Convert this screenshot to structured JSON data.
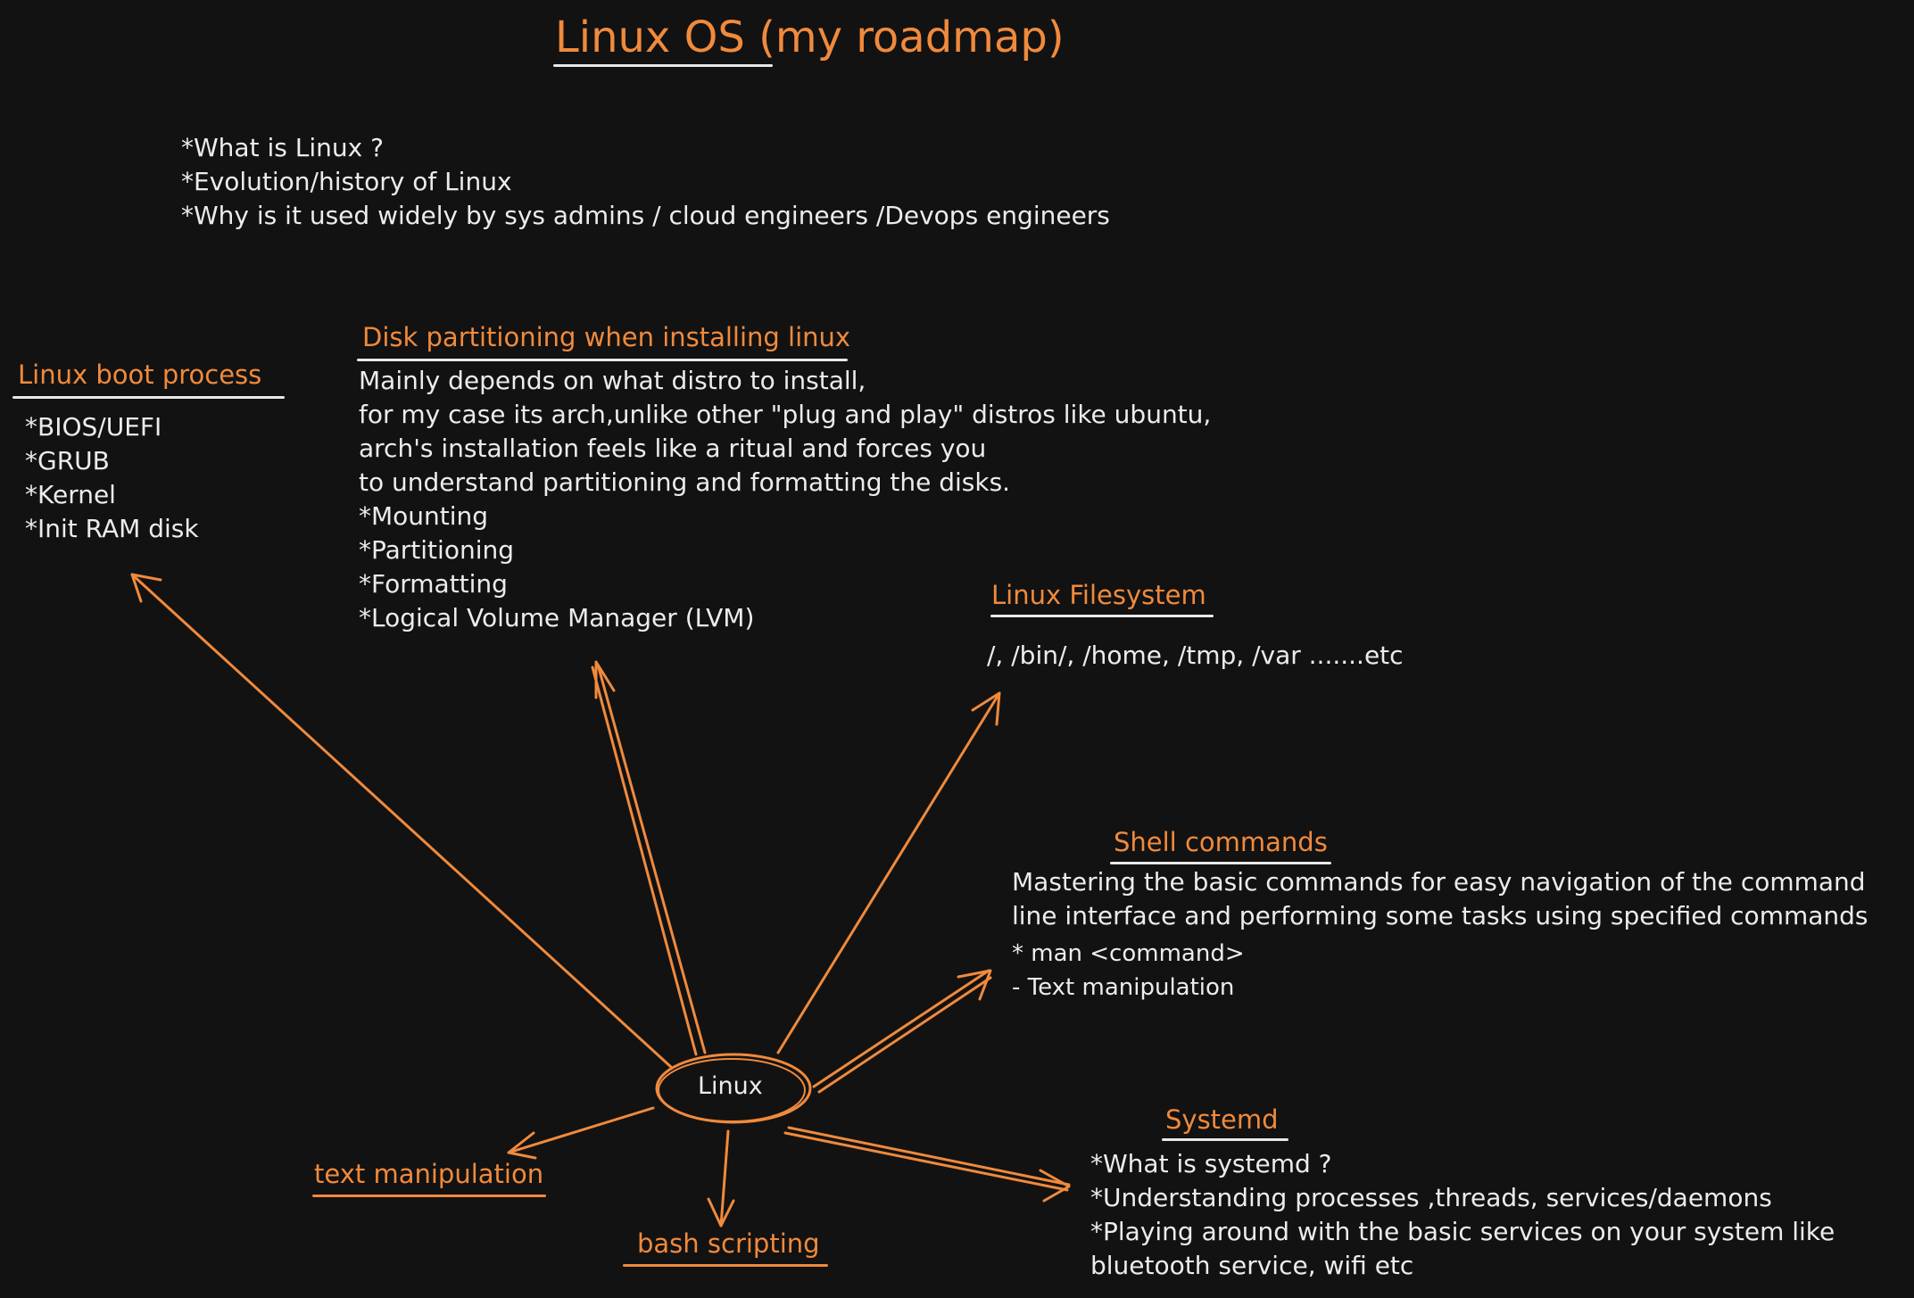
{
  "colors": {
    "background": "#121212",
    "accent": "#f08a3c",
    "text": "#ececec"
  },
  "title": {
    "part1": "Linux OS",
    "part2": " (my roadmap)"
  },
  "intro": [
    "*What is Linux ?",
    "*Evolution/history of Linux",
    "*Why is it used widely by sys admins / cloud engineers /Devops engineers"
  ],
  "hub": {
    "label": "Linux"
  },
  "nodes": {
    "boot": {
      "heading": "Linux boot process",
      "lines": [
        "*BIOS/UEFI",
        "*GRUB",
        "*Kernel",
        "*Init RAM disk"
      ]
    },
    "disk": {
      "heading": "Disk partitioning when installing linux",
      "lines": [
        "Mainly depends on what distro to install,",
        "for my case its arch,unlike other \"plug and play\" distros like ubuntu,",
        "arch's installation feels like a ritual and forces you",
        "to understand partitioning and formatting the disks.",
        "*Mounting",
        "*Partitioning",
        "*Formatting",
        "*Logical Volume Manager (LVM)"
      ]
    },
    "filesystem": {
      "heading": "Linux Filesystem",
      "lines": [
        "/, /bin/, /home, /tmp, /var .......etc"
      ]
    },
    "shell": {
      "heading": "Shell commands",
      "lines": [
        "Mastering the basic commands for easy navigation of the command",
        "line interface and performing some tasks using specified commands",
        " * man <command>",
        " - Text manipulation"
      ]
    },
    "systemd": {
      "heading": "Systemd",
      "lines": [
        "*What is systemd ?",
        "*Understanding processes ,threads, services/daemons",
        "*Playing around with the basic services on your system like",
        "bluetooth service, wifi etc"
      ]
    },
    "textmanip": {
      "heading": "text manipulation"
    },
    "bash": {
      "heading": "bash scripting"
    }
  }
}
